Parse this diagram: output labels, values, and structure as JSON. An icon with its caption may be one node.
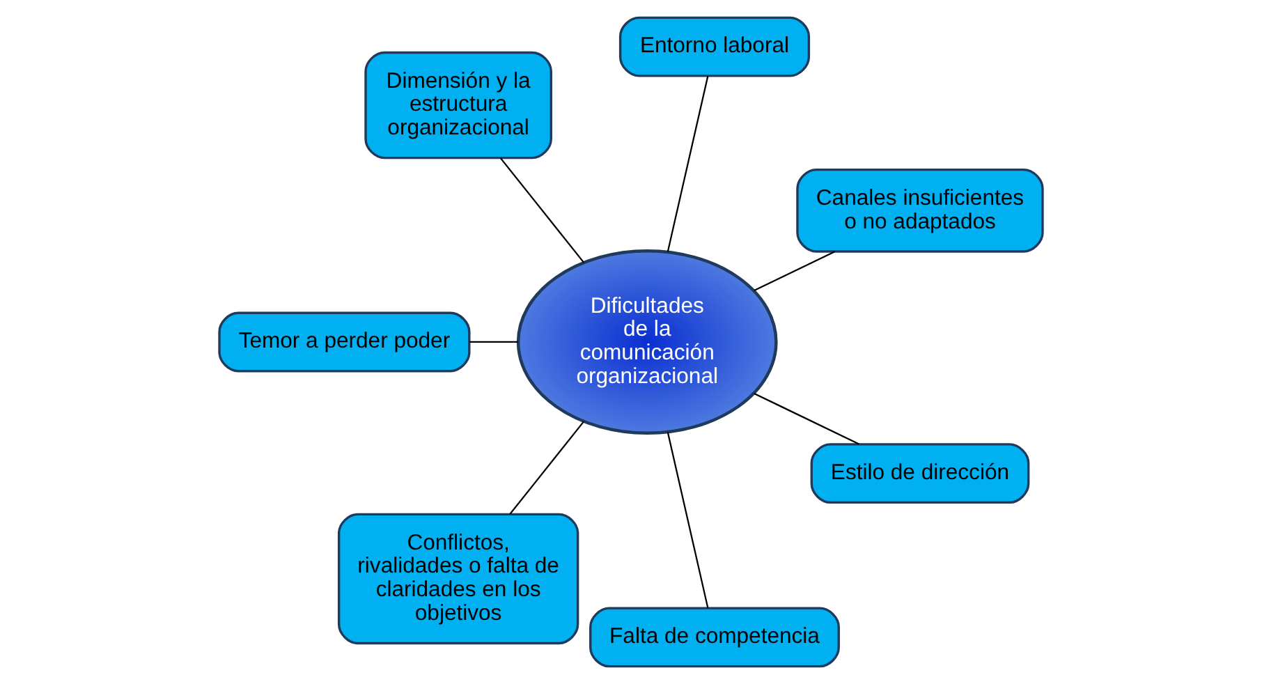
{
  "diagram": {
    "nodes": [
      {
        "text": [
          "Dificultades de la comunicación organizacional"
        ]
      },
      {
        "text": [
          "Canales insuficientes o no adaptados"
        ]
      },
      {
        "text": [
          "Entorno laboral"
        ]
      },
      {
        "text": [
          "Dimensión y la estructura organizacional"
        ]
      },
      {
        "text": [
          "Temor a perder poder"
        ]
      },
      {
        "text": [
          "Conflictos, rivalidades o falta de claridades en los objetivos"
        ]
      },
      {
        "text": [
          "Falta de competencia"
        ]
      },
      {
        "text": [
          "Estilo de dirección"
        ]
      }
    ],
    "edges": [
      {
        "from": 0,
        "to": 1,
        "arrow": "none"
      },
      {
        "from": 0,
        "to": 2,
        "arrow": "none"
      },
      {
        "from": 0,
        "to": 3,
        "arrow": "none"
      },
      {
        "from": 0,
        "to": 4,
        "arrow": "none"
      },
      {
        "from": 0,
        "to": 5,
        "arrow": "none"
      },
      {
        "from": 0,
        "to": 6,
        "arrow": "none"
      },
      {
        "from": 0,
        "to": 7,
        "arrow": "none"
      }
    ]
  }
}
